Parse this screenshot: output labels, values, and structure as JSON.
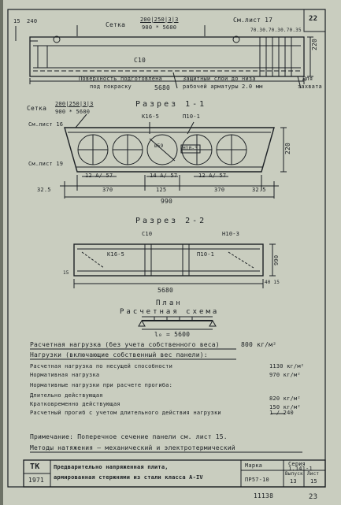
{
  "colors": {
    "paper": "#c9cdbf",
    "ink": "#1c2024",
    "edge": "#6d7266"
  },
  "corner": {
    "page_number": "22"
  },
  "elevation": {
    "left_dims": [
      "15",
      "240"
    ],
    "mesh_label": "Сетка",
    "mesh_spec": "200|250|3|3",
    "mesh_size": "900 * 5600",
    "sheet_ref": "См.лист 17",
    "right_dims": "70.30.70.30.70.35",
    "bar_label": "С10",
    "length": "5680",
    "height": "220",
    "note_surface_l1": "Поверхность подготовлена",
    "note_surface_l2": "под покраску",
    "note_cover_l1": "Защитный слой до низа",
    "note_cover_l2": "рабочей арматуры 2.0 мм",
    "note_side_l1": "Для",
    "note_side_l2": "захвата"
  },
  "section1": {
    "title": "Разрез 1-1",
    "mesh_label": "Сетка",
    "mesh_spec": "200|250|3|3",
    "mesh_size": "900 * 5600",
    "sheet_ref_a": "См.лист 16",
    "sheet_ref_b": "См.лист 19",
    "mark_k": "К16-5",
    "mark_p": "П10-1",
    "mark_h": "Н10-3",
    "dia": "Ø59",
    "rebar_l": "12 А/ 57",
    "rebar_m": "14 А/ 57",
    "rebar_r": "12 А/ 57",
    "dims": [
      "32.5",
      "370",
      "125",
      "370",
      "32.5"
    ],
    "total": "990",
    "height": "220"
  },
  "section2": {
    "title": "Разрез 2-2",
    "mark_c": "С10",
    "mark_h": "Н10-3",
    "mark_k": "К16-5",
    "mark_p": "П10-1",
    "dim_small_l": "15",
    "dim_small_r": "40 15",
    "width": "990",
    "length": "5680"
  },
  "plan": {
    "title": "План",
    "scheme_title": "Расчетная схема",
    "span": "l₀ = 5600"
  },
  "loads": {
    "design_label": "Расчетная нагрузка (без учета собственного веса)",
    "design_value": "800 кг/м²",
    "loads_header": "Нагрузки (включающие собственный вес панели):",
    "rows": [
      {
        "label": "Расчетная нагрузка по несущей способности",
        "value": "1130 кг/м²"
      },
      {
        "label": "Нормативная нагрузка",
        "value": "970 кг/м²"
      },
      {
        "label": "Нормативные нагрузки при расчете прогиба:",
        "value": ""
      },
      {
        "label": "Длительно действующая",
        "value": "820 кг/м²"
      },
      {
        "label": "Кратковременно действующая",
        "value": "150 кг/м²"
      },
      {
        "label": "Расчетный прогиб с учетом длительного действия нагрузки",
        "value": "1 / 240"
      }
    ]
  },
  "notes": {
    "note": "Примечание: Поперечное сечение панели см. лист 15.",
    "tension": "Методы натяжения — механический и электротермический"
  },
  "stamp": {
    "org": "ТК",
    "year": "1971",
    "title_l1": "Предварительно напряженная плита,",
    "title_l2": "армированная стержнями из стали класса А-IV",
    "mark_head": "Марка",
    "mark_value": "ПР57-10",
    "series_head": "Серия",
    "series_value": "1.141-1",
    "issue_head": "Выпуск",
    "issue_value": "13",
    "sheet_head": "Лист",
    "sheet_value": "15"
  },
  "footer": {
    "left": "11138",
    "right": "23"
  }
}
